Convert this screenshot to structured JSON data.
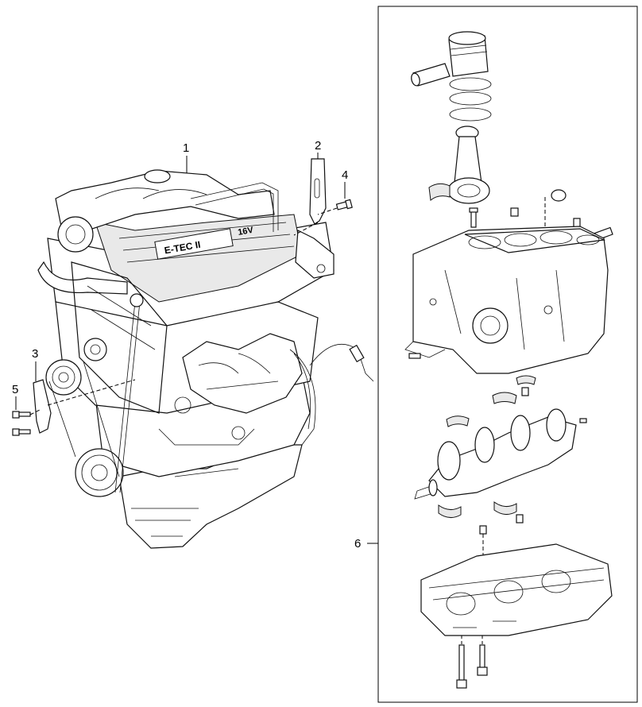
{
  "callouts": {
    "c1": "1",
    "c2": "2",
    "c3": "3",
    "c4": "4",
    "c5": "5",
    "c6": "6"
  },
  "engine_badge": "E-TEC II",
  "engine_badge_right": "16V",
  "colors": {
    "line": "#000000",
    "shade": "#e9e9e9",
    "background": "#ffffff"
  }
}
